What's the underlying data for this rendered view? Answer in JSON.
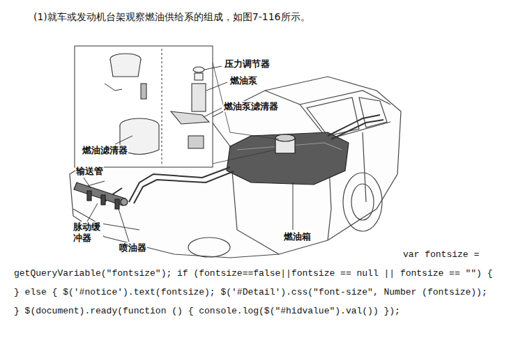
{
  "diagram": {
    "title": "(1)就车或发动机台架观察燃油供给系的组成，如图7-116所示。",
    "labels": [
      "压力调节器",
      "燃油泵",
      "燃油泵滤清器",
      "燃油滤清器",
      "输送管",
      "脉动缓冲器",
      "喷油器",
      "燃油箱",
      "var fontsize = getQueryVariable(\"fontsize\"); if (fontsize==false||fontsize == null || fontsize == \"\") { } else { $('#notice').text(fontsize); $('#Detail').css(\"font-size\", Number (fontsize)); } $(document).ready(function () { console.log($(\"#hidvalue\").val()) });"
    ]
  }
}
